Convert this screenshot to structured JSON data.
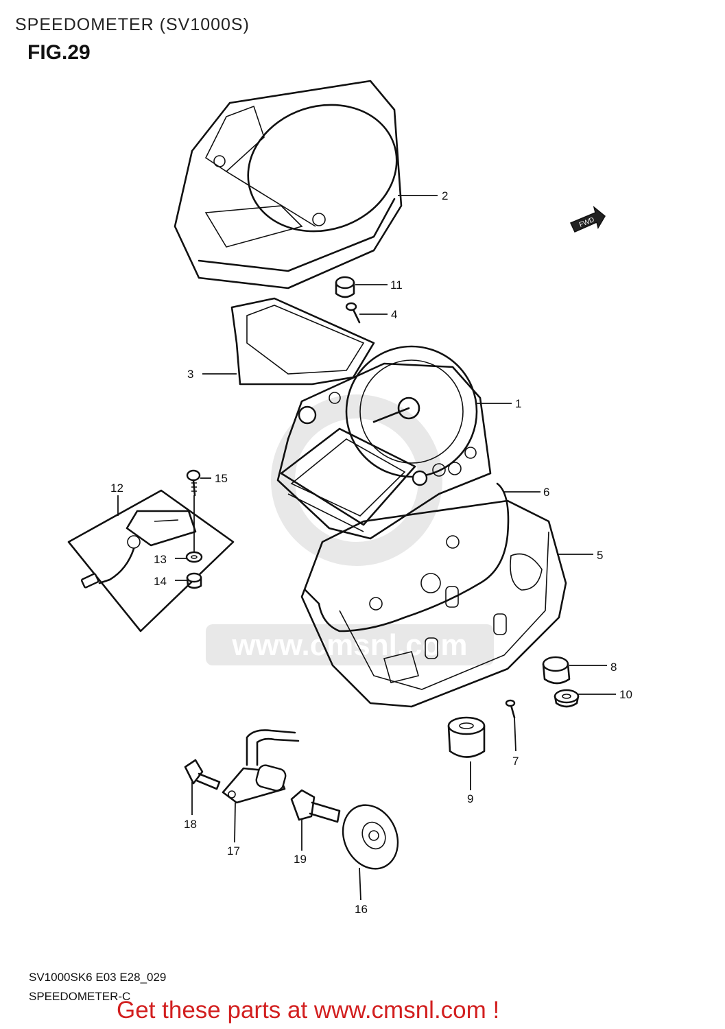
{
  "page_title": "SPEEDOMETER (SV1000S)",
  "figure_label": "FIG.29",
  "fwd_label": "FWD",
  "watermark": "www.cmsnl.com",
  "callouts": [
    {
      "id": "1",
      "label": "1"
    },
    {
      "id": "2",
      "label": "2"
    },
    {
      "id": "3",
      "label": "3"
    },
    {
      "id": "4",
      "label": "4"
    },
    {
      "id": "5",
      "label": "5"
    },
    {
      "id": "6",
      "label": "6"
    },
    {
      "id": "7",
      "label": "7"
    },
    {
      "id": "8",
      "label": "8"
    },
    {
      "id": "9",
      "label": "9"
    },
    {
      "id": "10",
      "label": "10"
    },
    {
      "id": "11",
      "label": "11"
    },
    {
      "id": "12",
      "label": "12"
    },
    {
      "id": "13",
      "label": "13"
    },
    {
      "id": "14",
      "label": "14"
    },
    {
      "id": "15",
      "label": "15"
    },
    {
      "id": "16",
      "label": "16"
    },
    {
      "id": "17",
      "label": "17"
    },
    {
      "id": "18",
      "label": "18"
    },
    {
      "id": "19",
      "label": "19"
    }
  ],
  "footer": {
    "code": "SV1000SK6 E03 E28_029",
    "name": "SPEEDOMETER-C",
    "call_to_action": "Get these parts at www.cmsnl.com !"
  }
}
